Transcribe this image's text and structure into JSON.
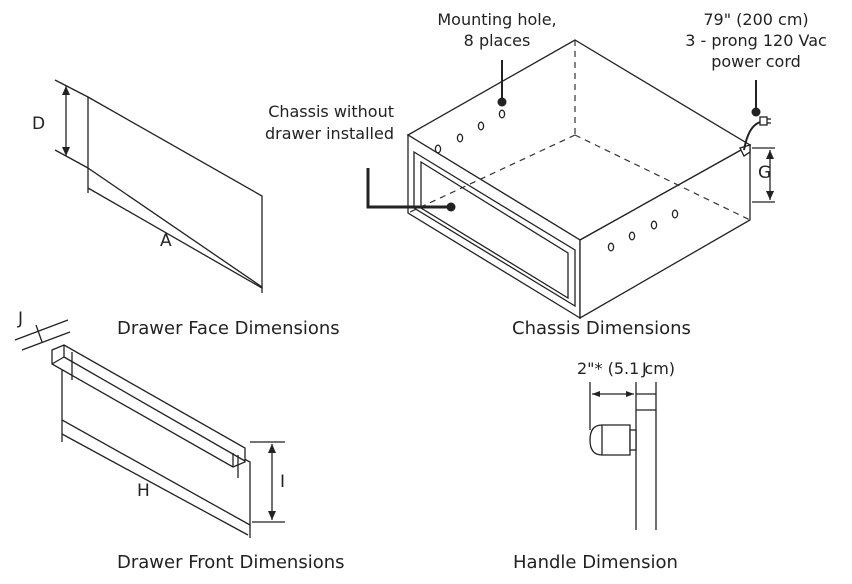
{
  "drawer_face": {
    "caption": "Drawer Face Dimensions",
    "label_a": "A",
    "label_d": "D"
  },
  "chassis": {
    "caption": "Chassis Dimensions",
    "mounting_hole_line1": "Mounting hole,",
    "mounting_hole_line2": "8 places",
    "power_line1": "79\" (200 cm)",
    "power_line2": "3 - prong 120 Vac",
    "power_line3": "power cord",
    "without_drawer_line1": "Chassis without",
    "without_drawer_line2": "drawer installed",
    "label_g": "G"
  },
  "drawer_front": {
    "caption": "Drawer Front Dimensions",
    "label_h": "H",
    "label_i": "I",
    "label_j": "J"
  },
  "handle": {
    "caption": "Handle Dimension",
    "depth_label": "2\"* (5.1 cm)",
    "label_j": "J"
  }
}
